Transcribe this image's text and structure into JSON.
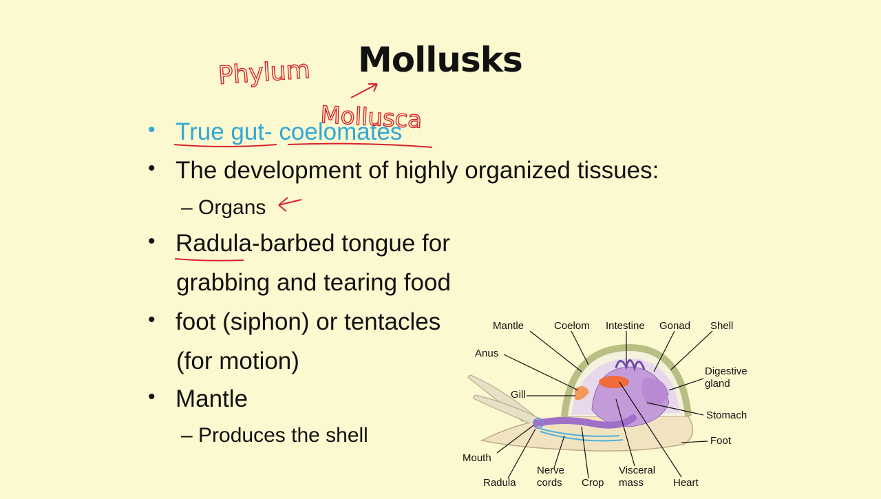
{
  "slide": {
    "title": "Mollusks",
    "handwriting": {
      "phylum": "Phylum",
      "mollusca": "Mollusca"
    },
    "bullets": [
      {
        "id": "b1",
        "marker": "•",
        "text": "True gut- coelomates",
        "color": "#2fa9d8"
      },
      {
        "id": "b2",
        "marker": "•",
        "text": "The development of highly organized tissues:"
      },
      {
        "id": "b2s",
        "marker": "–",
        "text": "Organs"
      },
      {
        "id": "b3",
        "marker": "•",
        "text": "Radula-barbed tongue for"
      },
      {
        "id": "b3c",
        "text": "grabbing and tearing food"
      },
      {
        "id": "b4",
        "marker": "•",
        "text": "foot (siphon) or tentacles"
      },
      {
        "id": "b4c",
        "text": "(for motion)"
      },
      {
        "id": "b5",
        "marker": "•",
        "text": "Mantle"
      },
      {
        "id": "b5s",
        "marker": "–",
        "text": "Produces the shell"
      }
    ]
  },
  "diagram": {
    "labels": {
      "mantle": "Mantle",
      "coelom": "Coelom",
      "intestine": "Intestine",
      "gonad": "Gonad",
      "shell": "Shell",
      "anus": "Anus",
      "digestive_gland_1": "Digestive",
      "digestive_gland_2": "gland",
      "gill": "Gill",
      "stomach": "Stomach",
      "foot": "Foot",
      "mouth": "Mouth",
      "radula": "Radula",
      "nerve_cords_1": "Nerve",
      "nerve_cords_2": "cords",
      "crop": "Crop",
      "visceral_mass_1": "Visceral",
      "visceral_mass_2": "mass",
      "heart": "Heart"
    }
  },
  "colors": {
    "background": "#fcf8cf",
    "ink_red": "#d8222a",
    "cyan_text": "#2fa9d8"
  }
}
